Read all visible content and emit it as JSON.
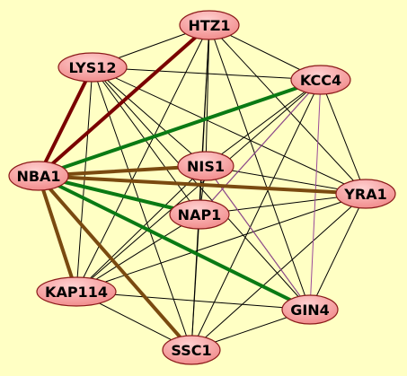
{
  "colors": {
    "background": "#ffffc4",
    "node_fill": "#f08888",
    "node_highlight": "#ffd0d0",
    "node_stroke": "#8b1a1a",
    "edge_default": "#000000",
    "edge_darkred": "#7a0000",
    "edge_brown": "#7a4a10",
    "edge_green": "#0a7a14",
    "edge_purple": "#9a4a9a"
  },
  "nodes": [
    {
      "id": "HTZ1",
      "label": "HTZ1"
    },
    {
      "id": "LYS12",
      "label": "LYS12"
    },
    {
      "id": "KCC4",
      "label": "KCC4"
    },
    {
      "id": "NBA1",
      "label": "NBA1"
    },
    {
      "id": "NIS1",
      "label": "NIS1"
    },
    {
      "id": "YRA1",
      "label": "YRA1"
    },
    {
      "id": "NAP1",
      "label": "NAP1"
    },
    {
      "id": "KAP114",
      "label": "KAP114"
    },
    {
      "id": "GIN4",
      "label": "GIN4"
    },
    {
      "id": "SSC1",
      "label": "SSC1"
    }
  ],
  "edges": [
    {
      "source": "HTZ1",
      "target": "LYS12",
      "type": "default"
    },
    {
      "source": "HTZ1",
      "target": "KCC4",
      "type": "default"
    },
    {
      "source": "HTZ1",
      "target": "NIS1",
      "type": "default"
    },
    {
      "source": "HTZ1",
      "target": "NAP1",
      "type": "default"
    },
    {
      "source": "HTZ1",
      "target": "YRA1",
      "type": "default"
    },
    {
      "source": "HTZ1",
      "target": "GIN4",
      "type": "default"
    },
    {
      "source": "HTZ1",
      "target": "KAP114",
      "type": "default"
    },
    {
      "source": "HTZ1",
      "target": "SSC1",
      "type": "default"
    },
    {
      "source": "LYS12",
      "target": "KCC4",
      "type": "default"
    },
    {
      "source": "LYS12",
      "target": "NIS1",
      "type": "default"
    },
    {
      "source": "LYS12",
      "target": "NAP1",
      "type": "default"
    },
    {
      "source": "LYS12",
      "target": "YRA1",
      "type": "default"
    },
    {
      "source": "LYS12",
      "target": "GIN4",
      "type": "default"
    },
    {
      "source": "LYS12",
      "target": "KAP114",
      "type": "default"
    },
    {
      "source": "LYS12",
      "target": "SSC1",
      "type": "default"
    },
    {
      "source": "KCC4",
      "target": "NIS1",
      "type": "default"
    },
    {
      "source": "KCC4",
      "target": "NAP1",
      "type": "default"
    },
    {
      "source": "KCC4",
      "target": "YRA1",
      "type": "default"
    },
    {
      "source": "KCC4",
      "target": "KAP114",
      "type": "default"
    },
    {
      "source": "KCC4",
      "target": "SSC1",
      "type": "default"
    },
    {
      "source": "NIS1",
      "target": "NAP1",
      "type": "default"
    },
    {
      "source": "NIS1",
      "target": "YRA1",
      "type": "default"
    },
    {
      "source": "NIS1",
      "target": "KAP114",
      "type": "default"
    },
    {
      "source": "NIS1",
      "target": "GIN4",
      "type": "default"
    },
    {
      "source": "NAP1",
      "target": "YRA1",
      "type": "default"
    },
    {
      "source": "NAP1",
      "target": "KAP114",
      "type": "default"
    },
    {
      "source": "NAP1",
      "target": "SSC1",
      "type": "default"
    },
    {
      "source": "YRA1",
      "target": "KAP114",
      "type": "default"
    },
    {
      "source": "YRA1",
      "target": "GIN4",
      "type": "default"
    },
    {
      "source": "YRA1",
      "target": "SSC1",
      "type": "default"
    },
    {
      "source": "KAP114",
      "target": "GIN4",
      "type": "default"
    },
    {
      "source": "KAP114",
      "target": "SSC1",
      "type": "default"
    },
    {
      "source": "GIN4",
      "target": "SSC1",
      "type": "default"
    },
    {
      "source": "KCC4",
      "target": "GIN4",
      "type": "purple"
    },
    {
      "source": "KCC4",
      "target": "NAP1",
      "type": "purple"
    },
    {
      "source": "NIS1",
      "target": "GIN4",
      "type": "purple"
    },
    {
      "source": "NBA1",
      "target": "HTZ1",
      "type": "darkred"
    },
    {
      "source": "NBA1",
      "target": "LYS12",
      "type": "darkred"
    },
    {
      "source": "NBA1",
      "target": "NIS1",
      "type": "brown"
    },
    {
      "source": "NBA1",
      "target": "YRA1",
      "type": "brown"
    },
    {
      "source": "NBA1",
      "target": "KAP114",
      "type": "brown"
    },
    {
      "source": "NBA1",
      "target": "SSC1",
      "type": "brown"
    },
    {
      "source": "NBA1",
      "target": "KCC4",
      "type": "green"
    },
    {
      "source": "NBA1",
      "target": "NAP1",
      "type": "green"
    },
    {
      "source": "NBA1",
      "target": "GIN4",
      "type": "green"
    }
  ]
}
